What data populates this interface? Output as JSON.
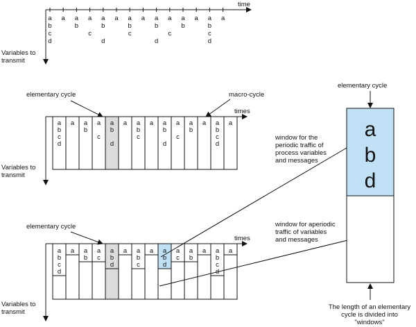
{
  "colors": {
    "highlight_gray": "#dcdcdc",
    "highlight_blue": "#bfe0f5",
    "stroke": "#111111"
  },
  "top_timeline": {
    "time_label": "time",
    "axis_label_line1": "Variables to",
    "axis_label_line2": "transmit",
    "columns": [
      "abcd",
      "a",
      "ab",
      "ac",
      "abd",
      "a",
      "abc",
      "a",
      "abd",
      "ac",
      "ab",
      "a",
      "abcd",
      "a"
    ]
  },
  "macro_diagram": {
    "elementary_cycle_label": "elementary cycle",
    "macro_cycle_label": "macro-cycle",
    "times_label": "times",
    "axis_label_line1": "Variables to",
    "axis_label_line2": "transmit",
    "cells": [
      "abcd",
      "a",
      "ab",
      "ac",
      "abd",
      "a",
      "abc",
      "a",
      "abd",
      "ac",
      "ab",
      "a",
      "abcd",
      "a"
    ],
    "highlighted_index": 4
  },
  "window_diagram": {
    "elementary_cycle_label": "elementary cycle",
    "times_label": "times",
    "axis_label_line1": "Variables to",
    "axis_label_line2": "transmit",
    "cells": [
      "abcd",
      "a",
      "ab",
      "ac",
      "abd",
      "a",
      "abc",
      "a",
      "abd",
      "ac",
      "ab",
      "a",
      "abcd",
      "a"
    ],
    "highlighted_index": 4,
    "blue_index": 8
  },
  "annotations": {
    "periodic_line1": "window for the",
    "periodic_line2": "periodic traffic of",
    "periodic_line3": "process variables",
    "periodic_line4": "and messages",
    "aperiodic_line1": "window for aperiodic",
    "aperiodic_line2": "traffic of variables",
    "aperiodic_line3": "and messages"
  },
  "zoom_box": {
    "title": "elementary cycle",
    "letters": [
      "a",
      "b",
      "d"
    ],
    "caption_line1": "The length of an elementary",
    "caption_line2": "cycle is divided into",
    "caption_line3": "\"windows\""
  }
}
